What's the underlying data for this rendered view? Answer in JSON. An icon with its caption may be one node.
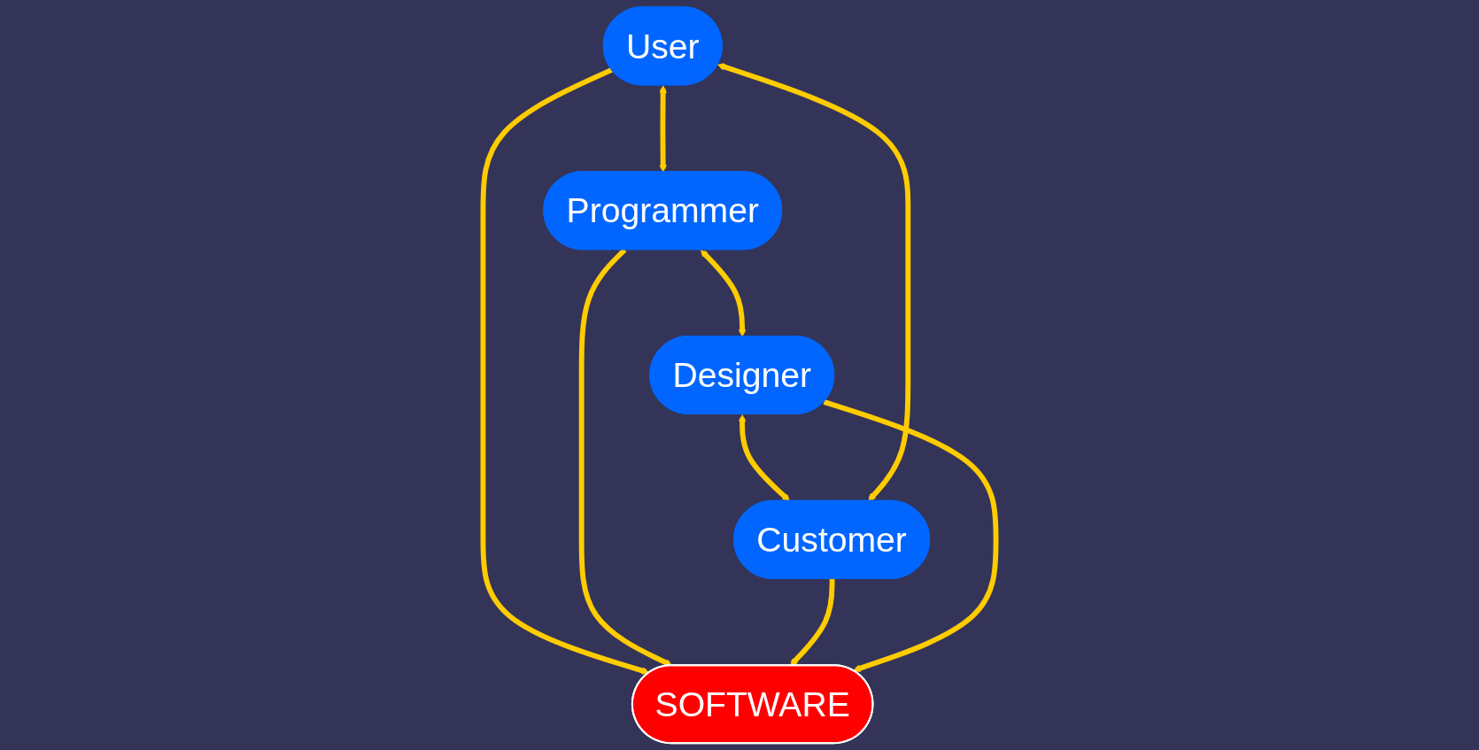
{
  "diagram": {
    "nodes": [
      {
        "text": [
          "User"
        ]
      },
      {
        "text": [
          "Programmer"
        ]
      },
      {
        "text": [
          "SOFTWARE"
        ]
      },
      {
        "text": [
          "Customer"
        ]
      },
      {
        "text": [
          "Designer"
        ]
      }
    ],
    "edges": [
      {
        "from": 0,
        "to": 1,
        "arrow": "both"
      },
      {
        "from": 1,
        "to": 4,
        "arrow": "both"
      },
      {
        "from": 4,
        "to": 3,
        "arrow": "both"
      },
      {
        "from": 3,
        "to": 0,
        "arrow": "both"
      },
      {
        "from": 0,
        "to": 2,
        "arrow": "to"
      },
      {
        "from": 1,
        "to": 2,
        "arrow": "to"
      },
      {
        "from": 3,
        "to": 2,
        "arrow": "to"
      },
      {
        "from": 4,
        "to": 2,
        "arrow": "to"
      }
    ]
  }
}
